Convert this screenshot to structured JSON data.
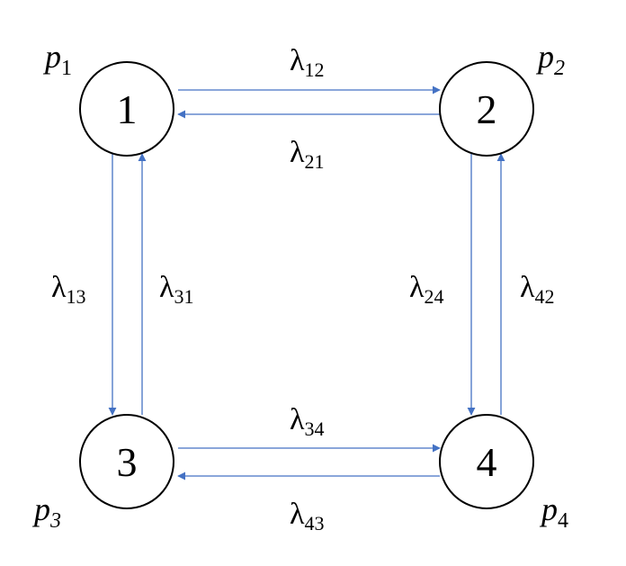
{
  "colors": {
    "edge": "#4472c4",
    "node_stroke": "#000000",
    "text": "#000000"
  },
  "nodes": [
    {
      "id": "1",
      "label": "1",
      "prob_symbol": "p",
      "prob_index": "1"
    },
    {
      "id": "2",
      "label": "2",
      "prob_symbol": "p",
      "prob_index": "2"
    },
    {
      "id": "3",
      "label": "3",
      "prob_symbol": "p",
      "prob_index": "3"
    },
    {
      "id": "4",
      "label": "4",
      "prob_symbol": "p",
      "prob_index": "4"
    }
  ],
  "edges": [
    {
      "from": "1",
      "to": "2",
      "symbol": "λ",
      "index": "12"
    },
    {
      "from": "2",
      "to": "1",
      "symbol": "λ",
      "index": "21"
    },
    {
      "from": "1",
      "to": "3",
      "symbol": "λ",
      "index": "13"
    },
    {
      "from": "3",
      "to": "1",
      "symbol": "λ",
      "index": "31"
    },
    {
      "from": "2",
      "to": "4",
      "symbol": "λ",
      "index": "24"
    },
    {
      "from": "4",
      "to": "2",
      "symbol": "λ",
      "index": "42"
    },
    {
      "from": "3",
      "to": "4",
      "symbol": "λ",
      "index": "34"
    },
    {
      "from": "4",
      "to": "3",
      "symbol": "λ",
      "index": "43"
    }
  ]
}
